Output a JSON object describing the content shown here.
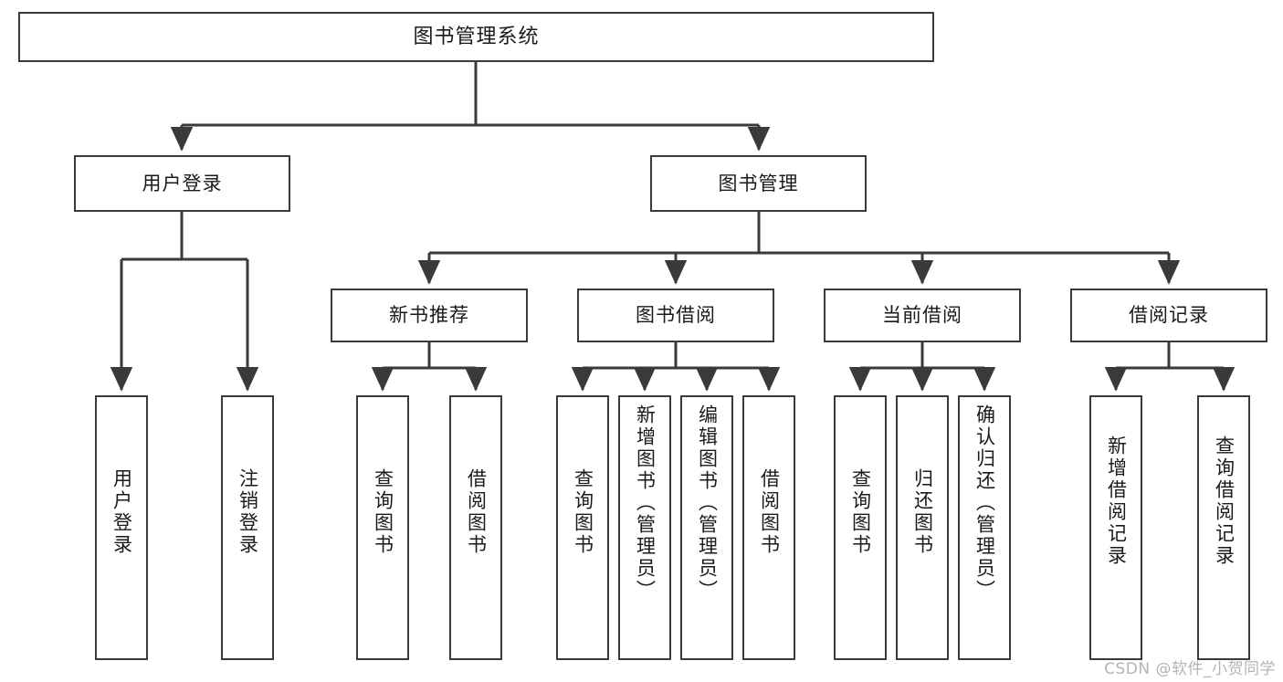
{
  "diagram": {
    "title": "图书管理系统",
    "type": "tree-hierarchy-chart",
    "watermark": "CSDN @软件_小贺同学",
    "colors": {
      "border": "#3a3a3a",
      "edge": "#3a3a3a",
      "background": "#ffffff",
      "text": "#1a1a1a",
      "watermark": "#b4b4b4"
    },
    "nodes": {
      "root": {
        "label": "图书管理系统"
      },
      "level2": [
        {
          "label": "用户登录"
        },
        {
          "label": "图书管理"
        }
      ],
      "level3": [
        {
          "label": "新书推荐"
        },
        {
          "label": "图书借阅"
        },
        {
          "label": "当前借阅"
        },
        {
          "label": "借阅记录"
        }
      ],
      "leaves": {
        "user_login": [
          {
            "label": "用户登录"
          },
          {
            "label": "注销登录"
          }
        ],
        "new_book": [
          {
            "label": "查询图书"
          },
          {
            "label": "借阅图书"
          }
        ],
        "book_borrow": [
          {
            "label": "查询图书"
          },
          {
            "label": "新增图书（管理员）"
          },
          {
            "label": "编辑图书（管理员）"
          },
          {
            "label": "借阅图书"
          }
        ],
        "current_borrow": [
          {
            "label": "查询图书"
          },
          {
            "label": "归还图书"
          },
          {
            "label": "确认归还（管理员）"
          }
        ],
        "borrow_record": [
          {
            "label": "新增借阅记录"
          },
          {
            "label": "查询借阅记录"
          }
        ]
      }
    }
  }
}
